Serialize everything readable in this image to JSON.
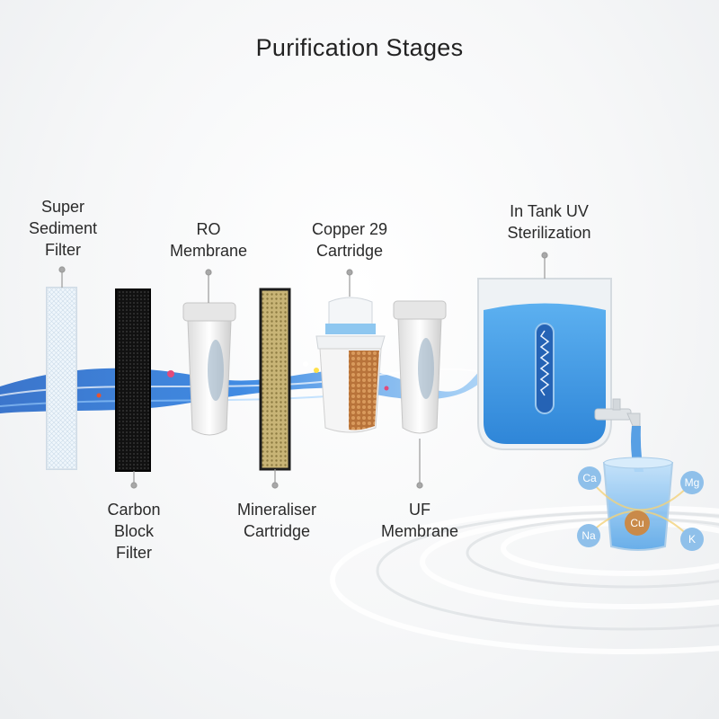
{
  "title": "Purification Stages",
  "stages": {
    "super_sediment": [
      "Super",
      "Sediment",
      "Filter"
    ],
    "carbon_block": [
      "Carbon",
      "Block",
      "Filter"
    ],
    "ro_membrane": [
      "RO",
      "Membrane"
    ],
    "mineraliser": [
      "Mineraliser",
      "Cartridge"
    ],
    "copper29": [
      "Copper 29",
      "Cartridge"
    ],
    "uf_membrane": [
      "UF",
      "Membrane"
    ],
    "uv_tank": [
      "In Tank UV",
      "Sterilization"
    ]
  },
  "minerals": [
    "Ca",
    "Mg",
    "Cu",
    "Na",
    "K"
  ],
  "colors": {
    "water": "#1f6fd6",
    "water_light": "#7fb8f2",
    "tank_water": "#4aa0ea",
    "copper": "#c98a4a",
    "ion": "#8fc0ea",
    "leader": "#9a9a9a"
  }
}
